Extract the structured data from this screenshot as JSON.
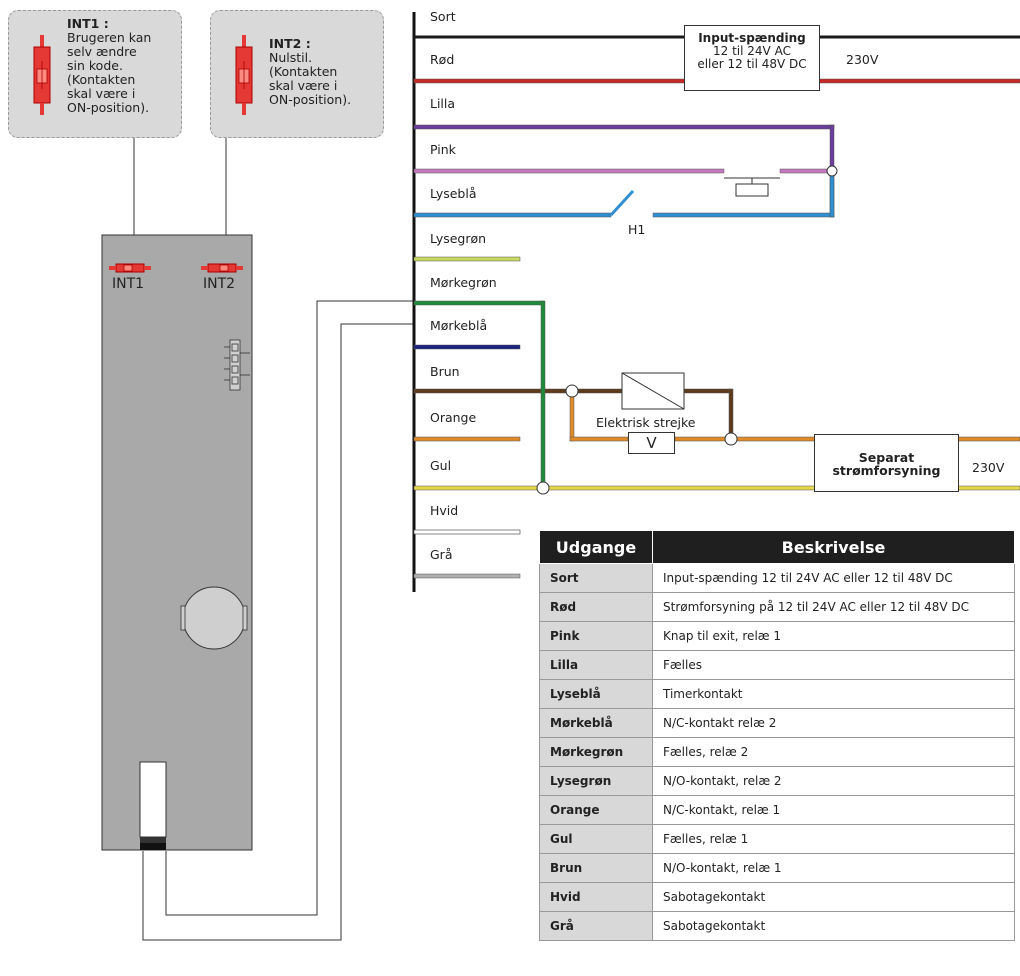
{
  "callouts": [
    {
      "title": "INT1 :",
      "lines": [
        "Brugeren kan",
        "selv ændre",
        "sin kode.",
        "(Kontakten",
        "skal være i",
        "ON-position)."
      ]
    },
    {
      "title": "INT2 :",
      "lines": [
        "Nulstil.",
        "(Kontakten",
        "skal være i",
        "ON-position)."
      ]
    }
  ],
  "board": {
    "int1": "INT1",
    "int2": "INT2"
  },
  "wires": [
    {
      "name": "Sort",
      "color": "#1a1a1a"
    },
    {
      "name": "Rød",
      "color": "#c62828"
    },
    {
      "name": "Lilla",
      "color": "#6a3d9a"
    },
    {
      "name": "Pink",
      "color": "#c779c0"
    },
    {
      "name": "Lyseblå",
      "color": "#2f8fd0"
    },
    {
      "name": "Lysegrøn",
      "color": "#c8d860"
    },
    {
      "name": "Mørkegrøn",
      "color": "#1e8a3a"
    },
    {
      "name": "Mørkeblå",
      "color": "#1a237e"
    },
    {
      "name": "Brun",
      "color": "#5d3a1a"
    },
    {
      "name": "Orange",
      "color": "#e08a2a"
    },
    {
      "name": "Gul",
      "color": "#e6d84a"
    },
    {
      "name": "Hvid",
      "color": "#ffffff"
    },
    {
      "name": "Grå",
      "color": "#b0b0b0"
    }
  ],
  "components": {
    "input_title": "Input-spænding",
    "input_line1": "12 til 24V AC",
    "input_line2": "eller 12 til 48V DC",
    "v230_top": "230V",
    "h1": "H1",
    "strike": "Elektrisk strejke",
    "v_symbol": "V",
    "separate_line1": "Separat",
    "separate_line2": "strømforsyning",
    "v230_bottom": "230V"
  },
  "table": {
    "headers": [
      "Udgange",
      "Beskrivelse"
    ],
    "rows": [
      {
        "name": "Sort",
        "desc": "Input-spænding 12 til 24V AC eller 12 til 48V DC"
      },
      {
        "name": "Rød",
        "desc": "Strømforsyning på 12 til 24V AC eller 12 til 48V DC"
      },
      {
        "name": "Pink",
        "desc": "Knap til exit, relæ 1"
      },
      {
        "name": "Lilla",
        "desc": "Fælles"
      },
      {
        "name": "Lyseblå",
        "desc": "Timerkontakt"
      },
      {
        "name": "Mørkeblå",
        "desc": "N/C-kontakt relæ 2"
      },
      {
        "name": "Mørkegrøn",
        "desc": "Fælles, relæ 2"
      },
      {
        "name": "Lysegrøn",
        "desc": "N/O-kontakt, relæ 2"
      },
      {
        "name": "Orange",
        "desc": "N/C-kontakt, relæ 1"
      },
      {
        "name": "Gul",
        "desc": "Fælles, relæ 1"
      },
      {
        "name": "Brun",
        "desc": "N/O-kontakt, relæ 1"
      },
      {
        "name": "Hvid",
        "desc": "Sabotagekontakt"
      },
      {
        "name": "Grå",
        "desc": "Sabotagekontakt"
      }
    ]
  }
}
